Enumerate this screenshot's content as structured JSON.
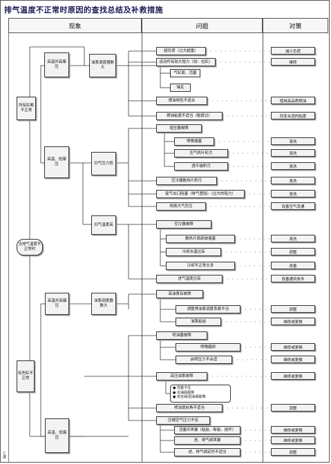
{
  "title": "排气温度不正常时原因的查找总结及补救措施",
  "side_label": "汇编",
  "headers": {
    "phenomenon": "现象",
    "problem": "问题",
    "measure": "对策"
  },
  "phenomena": {
    "root": "当排气温度不正常时",
    "all_cyl": "所有缸都不正常",
    "some_cyl": "有些缸不正常",
    "high_temp_high_burst": "高温并高爆压",
    "high_temp_low_burst": "高温、低爆压",
    "high_temp_high_burst_2": "高温并高爆压",
    "high_temp_low_burst_2": "高温、低爆压",
    "fuel_timing_1": "油泵调度器数大",
    "scav_pressure_low": "扫气压力低",
    "scav_temp_high": "扫气温度高",
    "fuel_timing_2": "油泵调度器数大"
  },
  "problems": {
    "overload": "超负荷（过大超重）",
    "engine_resistance": "运动件有较大阻力（如：拉缸）",
    "piston_ring": "气缸套、活塞",
    "bearing": "轴瓦",
    "fuel_unsuitable": "燃油特性不适合",
    "fuel_viscosity": "燃油粘度不适当（黏度过）",
    "turbo_fault": "增压器故障",
    "nozzle_block": "喷嘴堵塞",
    "compressor_dirty": "压气机叶轮污",
    "turbine_dirty": "透平端积污",
    "cooler_dirty": "空冷器散热片积污",
    "exhaust_back": "废气出口阻塞（排气管阻）（过大的阻力）",
    "engine_room_air": "机舱大气负压",
    "cooler_fault": "空冷器故障",
    "fin_blocked": "散热片局部被堵塞",
    "cooling_water_high": "冷却水温过高",
    "cold_unbalanced": "冷却不正常太多",
    "air_temp_high": "进气温度过高",
    "fuel_pump_fault": "高油泵有故障",
    "adjust_fuel_index": "调整喷油泵调度系数不当",
    "fuel_stuck": "油泵粘结",
    "injector_fault": "喷油器故障",
    "nozzle_wear": "喷嘴磨损",
    "opening_pressure": "启喷压力不合适",
    "hp_pump_fault": "高压油泵故障",
    "bullet_1": "柱塞卡住",
    "bullet_2": "出油阀故障",
    "bullet_3": "安全阀/回油阀故障",
    "valve_timing": "喷油提前角不适当",
    "compression_low": "压缩空气压力不佳",
    "piston_leak": "活塞环泄漏（粘结、断裂、损坏）",
    "exhaust_valve_leak": "进、排气阀泄漏",
    "valve_timing_wrong": "进、排气阀定时不适当"
  },
  "measures": {
    "reduce_load": "减小负荷",
    "repair": "维修",
    "change_fuel": "使用高品质燃油",
    "adjust_viscosity": "改变合适的粘度",
    "clean_1": "清洗",
    "clean_2": "清洗",
    "clean_3": "清洗",
    "clean_4": "清洗",
    "clean_5": "清洗",
    "improve_air": "改善空气流通",
    "clean_6": "清洗",
    "adjust_1": "调整",
    "improve_1": "改善",
    "improve_env": "改善通风条件",
    "adjust_2": "调整",
    "repair_replace_1": "维修或更换",
    "repair_replace_2": "维修或更换",
    "repair_replace_3": "维修或更换",
    "repair_replace_4": "维修或更换",
    "adjust_3": "调整",
    "repair_replace_5": "维修或更换",
    "repair_replace_6": "维修或更换",
    "adjust_4": "调整"
  }
}
